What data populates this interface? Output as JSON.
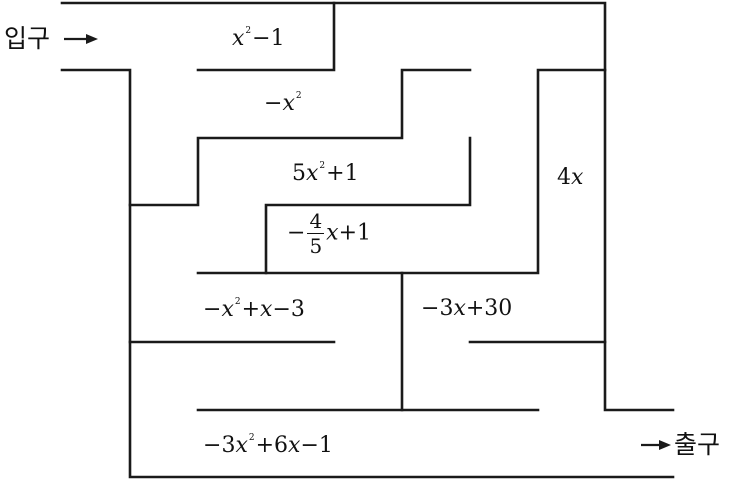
{
  "entrance_label": "입구",
  "exit_label": "출구",
  "expressions": {
    "x2_minus_1": {
      "sign": "",
      "var": "x",
      "exp": "2",
      "rest": "−1"
    },
    "neg_x2": {
      "sign": "−",
      "var": "x",
      "exp": "2",
      "rest": ""
    },
    "five_x2_plus_1": {
      "sign": "",
      "coef": "5",
      "var": "x",
      "exp": "2",
      "rest": "+1"
    },
    "neg_four_fifths_x_plus_1": {
      "sign": "−",
      "numerator": "4",
      "denominator": "5",
      "var": "x",
      "rest": "+1"
    },
    "four_x": {
      "coef": "4",
      "var": "x"
    },
    "neg_x2_plus_x_minus_3": {
      "sign": "−",
      "var": "x",
      "exp": "2",
      "mid": "+",
      "var2": "x",
      "rest": "−3"
    },
    "neg_3x_plus_30": {
      "sign": "−",
      "coef": "3",
      "var": "x",
      "rest": "+30"
    },
    "neg_3x2_plus_6x_minus_1": {
      "sign": "−",
      "coef": "3",
      "var": "x",
      "exp": "2",
      "mid": "+6",
      "var2": "x",
      "rest": "−1"
    }
  }
}
